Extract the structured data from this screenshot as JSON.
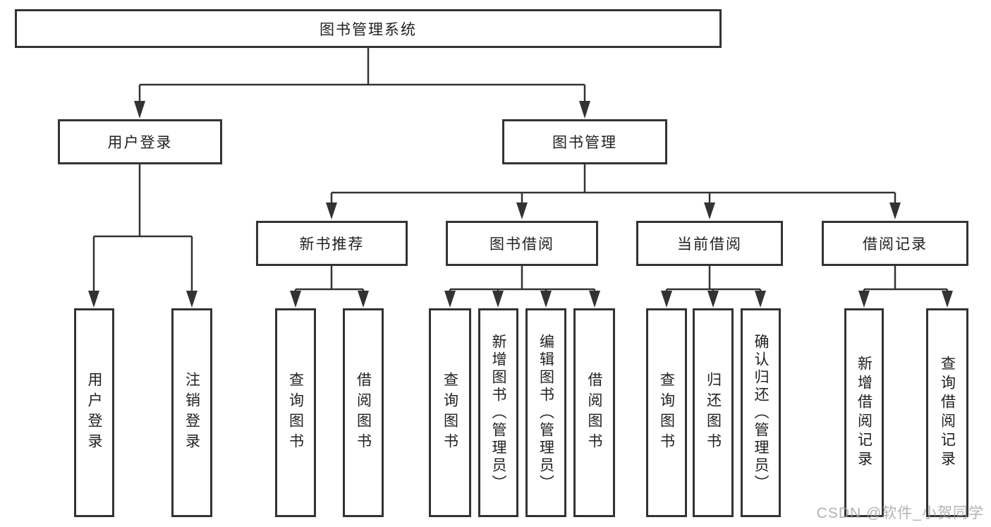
{
  "diagram": {
    "root": {
      "label": "图书管理系统"
    },
    "level2": {
      "user_login": {
        "label": "用户登录"
      },
      "book_management": {
        "label": "图书管理"
      }
    },
    "level3": {
      "new_book_recommend": {
        "label": "新书推荐"
      },
      "book_borrowing": {
        "label": "图书借阅"
      },
      "current_borrowing": {
        "label": "当前借阅"
      },
      "borrowing_records": {
        "label": "借阅记录"
      }
    },
    "leaves": {
      "user_login": {
        "label": "用户登录"
      },
      "logout": {
        "label": "注销登录"
      },
      "nbr_query_books": {
        "label": "查询图书"
      },
      "nbr_borrow_books": {
        "label": "借阅图书"
      },
      "bb_query_books": {
        "label": "查询图书"
      },
      "bb_add_books": {
        "label": "新增图书（管理员）"
      },
      "bb_edit_books": {
        "label": "编辑图书（管理员）"
      },
      "bb_borrow_books": {
        "label": "借阅图书"
      },
      "cb_query_books": {
        "label": "查询图书"
      },
      "cb_return_books": {
        "label": "归还图书"
      },
      "cb_confirm_return": {
        "label": "确认归还（管理员）"
      },
      "br_add_record": {
        "label": "新增借阅记录"
      },
      "br_query_record": {
        "label": "查询借阅记录"
      }
    },
    "watermark": "CSDN @软件_小贺同学",
    "colors": {
      "line": "#333333",
      "text": "#212121",
      "background": "#ffffff",
      "watermark": "#a0a0a0"
    }
  }
}
